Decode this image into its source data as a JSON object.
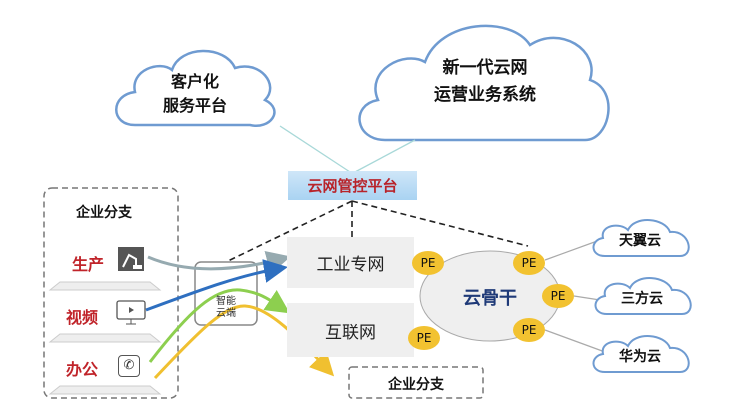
{
  "clouds_top": {
    "customer_platform": [
      "客户化",
      "服务平台"
    ],
    "operations_system": [
      "新一代云网",
      "运营业务系统"
    ]
  },
  "control_platform": "云网管控平台",
  "branch_group": {
    "title": "企业分支",
    "rows": [
      {
        "label": "生产",
        "icon": "robot-arm-icon"
      },
      {
        "label": "视频",
        "icon": "monitor-play-icon"
      },
      {
        "label": "办公",
        "icon": "phone-icon"
      }
    ]
  },
  "smart_edge": [
    "智能",
    "云端"
  ],
  "networks": [
    "工业专网",
    "互联网"
  ],
  "backbone": "云骨干",
  "pe_label": "PE",
  "external_clouds": [
    "天翼云",
    "三方云",
    "华为云"
  ],
  "remote_branch": "企业分支",
  "colors": {
    "platform_text": "#b8232a",
    "cloud_stroke": "#6f9bd1",
    "pe": "#f2c230",
    "gray_arrow": "#96aab0",
    "blue_arrow": "#2e6fc0",
    "green_arrow": "#8dcf4f",
    "yellow_arrow": "#f0c030",
    "backbone_text": "#1f3a78"
  }
}
